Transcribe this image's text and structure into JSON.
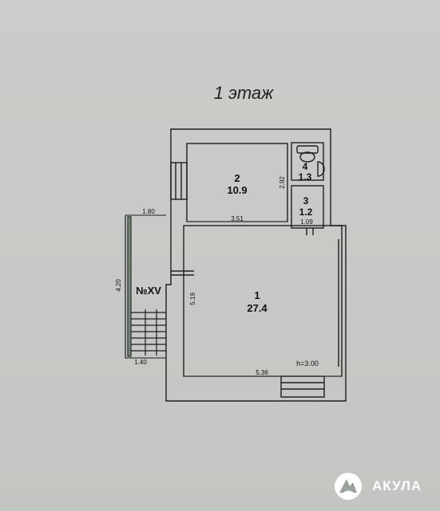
{
  "title": "1 этаж",
  "rooms": [
    {
      "id": "2",
      "area": "10.9"
    },
    {
      "id": "1",
      "area": "27.4"
    },
    {
      "id": "4",
      "area": "1.3"
    },
    {
      "id": "3",
      "area": "1.2"
    }
  ],
  "dimensions": {
    "room2_width": "3.51",
    "room2_height": "2.92",
    "room1_height": "5.19",
    "room1_width": "5.36",
    "room3_width": "1.09",
    "stair_top_width": "1.80",
    "stair_side_length": "4.20",
    "stair_bottom_width": "1.40"
  },
  "staircase_label": "№XV",
  "ceiling_height": "h=3.00",
  "logo": {
    "text": "АКУЛА"
  },
  "colors": {
    "background": "#c9cbc8",
    "lines": "#1e1e1e",
    "logo": "#ffffff"
  }
}
